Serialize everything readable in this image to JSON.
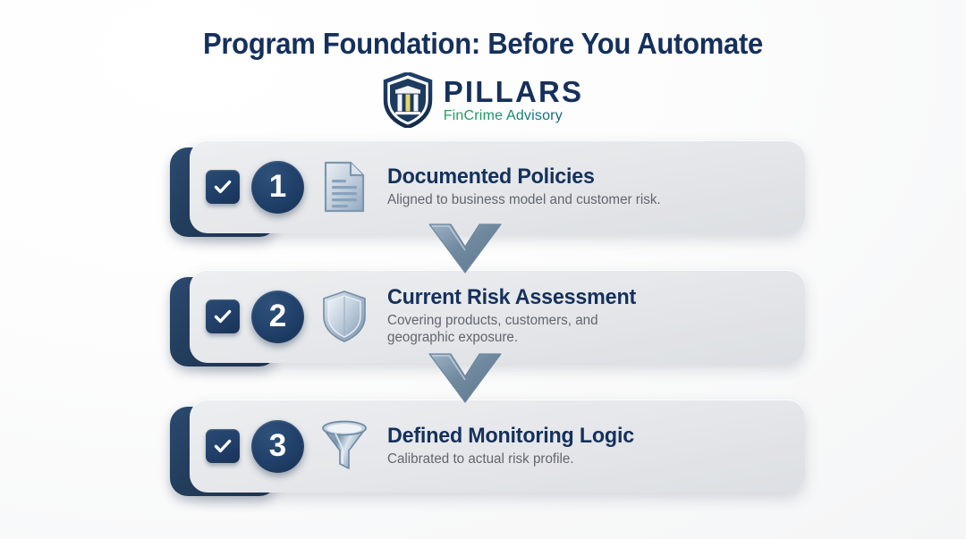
{
  "page": {
    "title": "Program Foundation: Before You Automate",
    "background_color": "#fafbfc"
  },
  "brand": {
    "name": "PILLARS",
    "tagline": "FinCrime Advisory",
    "logo_icon": "shield-pillars-icon",
    "name_color": "#16305b",
    "tagline_gradient_start": "#25a05c",
    "tagline_gradient_end": "#17557f",
    "shield_color": "#1d3a5f",
    "pillar_accent_color": "#e8d66a"
  },
  "colors": {
    "navy": "#1d3a5f",
    "card_gray": "#e4e6e9",
    "steel_blue": "#6d8cab",
    "subtitle_gray": "#61666d"
  },
  "steps": [
    {
      "number": "1",
      "checkbox_icon": "check-icon",
      "checked": true,
      "icon": "document-icon",
      "title": "Documented Policies",
      "subtitle": "Aligned to business model and customer risk."
    },
    {
      "number": "2",
      "checkbox_icon": "check-icon",
      "checked": true,
      "icon": "shield-icon",
      "title": "Current Risk Assessment",
      "subtitle": "Covering products, customers, and\ngeographic exposure."
    },
    {
      "number": "3",
      "checkbox_icon": "check-icon",
      "checked": true,
      "icon": "funnel-icon",
      "title": "Defined Monitoring Logic",
      "subtitle": "Calibrated to actual risk profile."
    }
  ],
  "connectors": [
    {
      "icon": "chevron-down-icon"
    },
    {
      "icon": "chevron-down-icon"
    }
  ]
}
